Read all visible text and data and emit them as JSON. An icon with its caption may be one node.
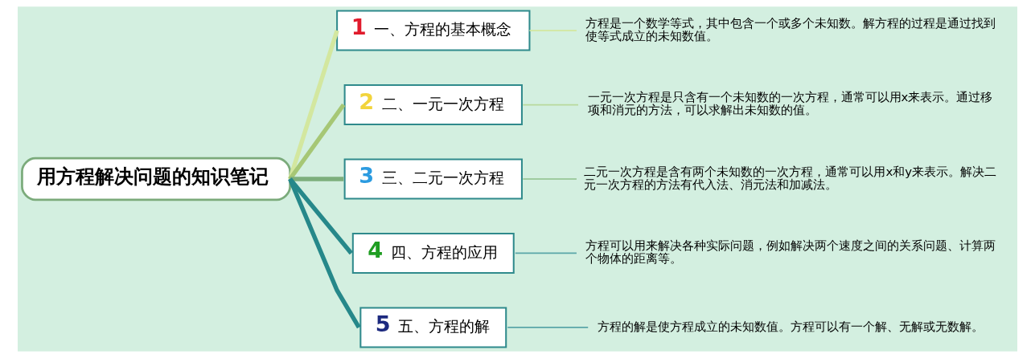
{
  "diagram": {
    "nodes": [
      {
        "text": [
          "用方程解决问题的知识笔记"
        ]
      },
      {
        "text": [
          "1",
          "一、方程的基本概念"
        ]
      },
      {
        "text": [
          "方程是一个数学等式，其中包含一个或多个未知数。解方程的过程是通过找到使等式成立的未知数值。"
        ]
      },
      {
        "text": [
          "2",
          "二、一元一次方程"
        ]
      },
      {
        "text": [
          "一元一次方程是只含有一个未知数的一次方程，通常可以用x来表示。通过移项和消元的方法，可以求解出未知数的值。"
        ]
      },
      {
        "text": [
          "3",
          "三、二元一次方程"
        ]
      },
      {
        "text": [
          "二元一次方程是含有两个未知数的一次方程，通常可以用x和y来表示。解决二元一次方程的方法有代入法、消元法和加减法。"
        ]
      },
      {
        "text": [
          "4",
          "四、方程的应用"
        ]
      },
      {
        "text": [
          "方程可以用来解决各种实际问题，例如解决两个速度之间的关系问题、计算两个物体的距离等。"
        ]
      },
      {
        "text": [
          "5",
          "五、方程的解"
        ]
      },
      {
        "text": [
          "方程的解是使方程成立的未知数值。方程可以有一个解、无解或无数解。"
        ]
      }
    ],
    "edges": [
      {
        "from": 0,
        "to": 1,
        "arrow": "none",
        "style": "thick",
        "color": "#d3e79f"
      },
      {
        "from": 0,
        "to": 3,
        "arrow": "none",
        "style": "thick",
        "color": "#a6c775"
      },
      {
        "from": 0,
        "to": 5,
        "arrow": "none",
        "style": "thick",
        "color": "#7daf7c"
      },
      {
        "from": 0,
        "to": 7,
        "arrow": "none",
        "style": "thick",
        "color": "#26888a"
      },
      {
        "from": 0,
        "to": 9,
        "arrow": "none",
        "style": "thick",
        "color": "#26888a"
      },
      {
        "from": 1,
        "to": 2,
        "arrow": "none",
        "color": "#d3e79f"
      },
      {
        "from": 3,
        "to": 4,
        "arrow": "none",
        "color": "#b9d99c"
      },
      {
        "from": 5,
        "to": 6,
        "arrow": "none",
        "color": "#9fcba0"
      },
      {
        "from": 7,
        "to": 8,
        "arrow": "none",
        "color": "#5aa6a8"
      },
      {
        "from": 9,
        "to": 10,
        "arrow": "none",
        "color": "#5aa6a8"
      }
    ]
  }
}
